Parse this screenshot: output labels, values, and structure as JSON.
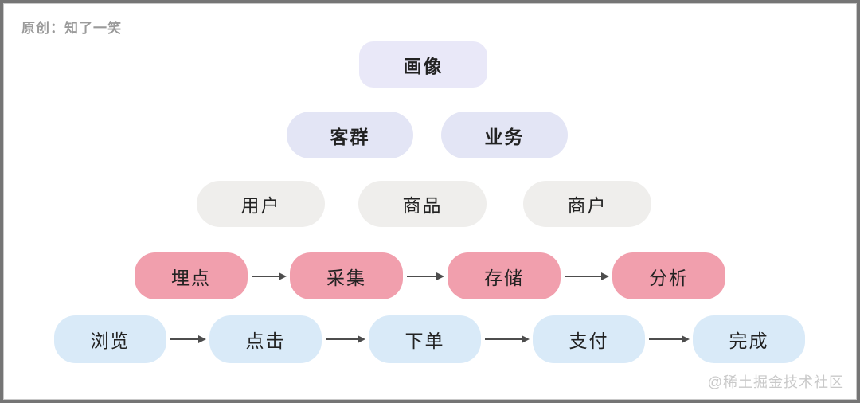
{
  "header": {
    "credit": "原创：知了一笑"
  },
  "watermark": "@稀土掘金技术社区",
  "colors": {
    "lavender_top": "#e9e8f8",
    "lavender": "#e3e5f5",
    "gray": "#efeeec",
    "pink": "#f19fad",
    "blue": "#d9eaf8",
    "arrow": "#4d4d4d",
    "text": "#222222",
    "credit_text": "#9a9a9a",
    "watermark_text": "#c9c9c9",
    "frame_border": "#757575"
  },
  "diagram": {
    "rows": [
      {
        "id": "portrait",
        "style": "lavender_top",
        "bold": true,
        "arrows": false,
        "items": [
          "画像"
        ]
      },
      {
        "id": "segment",
        "style": "lavender",
        "bold": true,
        "arrows": false,
        "items": [
          "客群",
          "业务"
        ]
      },
      {
        "id": "entity",
        "style": "gray",
        "bold": false,
        "arrows": false,
        "items": [
          "用户",
          "商品",
          "商户"
        ]
      },
      {
        "id": "pipeline",
        "style": "pink",
        "bold": false,
        "arrows": true,
        "items": [
          "埋点",
          "采集",
          "存储",
          "分析"
        ]
      },
      {
        "id": "journey",
        "style": "blue",
        "bold": false,
        "arrows": true,
        "items": [
          "浏览",
          "点击",
          "下单",
          "支付",
          "完成"
        ]
      }
    ]
  }
}
